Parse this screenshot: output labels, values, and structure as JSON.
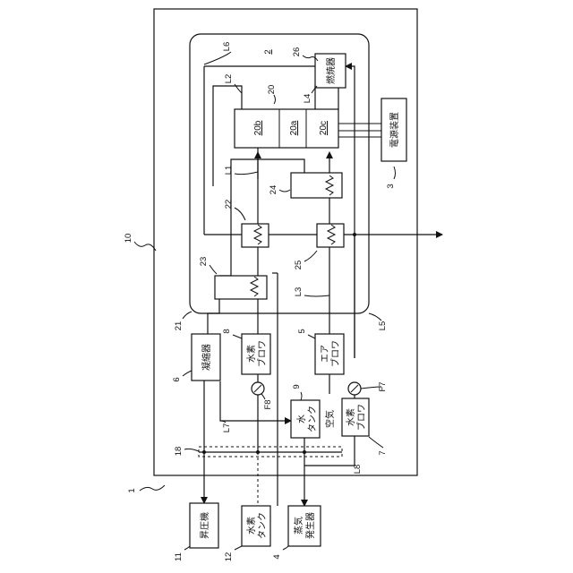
{
  "refs": {
    "r1": "1",
    "r2": "2",
    "r3": "3",
    "r4": "4",
    "r5": "5",
    "r6": "6",
    "r7": "7",
    "r8": "8",
    "r9": "9",
    "r10": "10",
    "r11": "11",
    "r12": "12",
    "r18": "18",
    "r20": "20",
    "r21": "21",
    "r22": "22",
    "r23": "23",
    "r24": "24",
    "r25": "25",
    "r26": "26"
  },
  "lines": {
    "L1": "L1",
    "L2": "L2",
    "L3": "L3",
    "L4": "L4",
    "L5": "L5",
    "L6": "L6",
    "L7": "L7",
    "L8": "L8",
    "F7": "F7",
    "F8": "F8"
  },
  "boxes": {
    "combustor": "燃焼器",
    "power": "電源装置",
    "cell_b": "20b",
    "cell_a": "20a",
    "cell_c": "20c",
    "condenser": "凝縮器",
    "h2_blower_upper": [
      "水素",
      "ブロワ"
    ],
    "air_blower": [
      "エア",
      "ブロワ"
    ],
    "water_tank": [
      "水",
      "タンク"
    ],
    "h2_blower_lower": [
      "水素",
      "ブロワ"
    ],
    "booster": "昇圧機",
    "h2_tank": [
      "水素",
      "タンク"
    ],
    "steam_gen": [
      "蒸気",
      "発生器"
    ]
  },
  "labels": {
    "air": "空気"
  }
}
